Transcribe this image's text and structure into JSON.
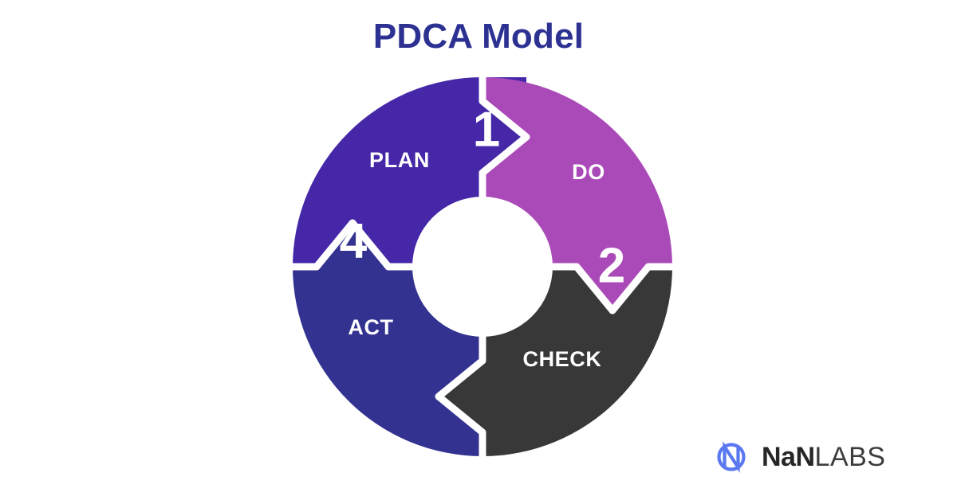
{
  "page": {
    "title": "PDCA Model",
    "background_color": "#ffffff",
    "title_color": "#2d3192"
  },
  "chart_data": {
    "type": "diagram",
    "subtype": "cyclic-process-arrows",
    "title": "PDCA Model",
    "direction": "clockwise",
    "segment_count": 4,
    "center": [
      250,
      250
    ],
    "outer_radius": 240,
    "inner_radius": 108,
    "segments": [
      {
        "label": "PLAN",
        "number": "1",
        "color": "#4527a8",
        "start_angle_deg": 272,
        "end_angle_deg": 356,
        "arrow_direction": "clockwise-top-right",
        "position": "top-left"
      },
      {
        "label": "DO",
        "number": "2",
        "color": "#aa4ab8",
        "start_angle_deg": 2,
        "end_angle_deg": 86,
        "arrow_direction": "clockwise-bottom-right",
        "position": "top-right"
      },
      {
        "label": "CHECK",
        "number": "",
        "color": "#383838",
        "start_angle_deg": 92,
        "end_angle_deg": 176,
        "arrow_direction": "clockwise-bottom-left",
        "position": "bottom-right"
      },
      {
        "label": "ACT",
        "number": "4",
        "color": "#333291",
        "start_angle_deg": 182,
        "end_angle_deg": 266,
        "arrow_direction": "clockwise-top-left",
        "position": "bottom-left"
      }
    ],
    "labels": [
      "PLAN",
      "DO",
      "CHECK",
      "ACT"
    ],
    "numbers": [
      "1",
      "2",
      "",
      "4"
    ]
  },
  "segments": {
    "plan": {
      "label": "PLAN",
      "number": "1",
      "color": "#4527a8"
    },
    "do": {
      "label": "DO",
      "number": "2",
      "color": "#aa4ab8"
    },
    "check": {
      "label": "CHECK",
      "number": "",
      "color": "#383838"
    },
    "act": {
      "label": "ACT",
      "number": "4",
      "color": "#333291"
    }
  },
  "logo": {
    "mark_color": "#5a78f0",
    "name_bold": "NaN",
    "name_light": "LABS"
  }
}
